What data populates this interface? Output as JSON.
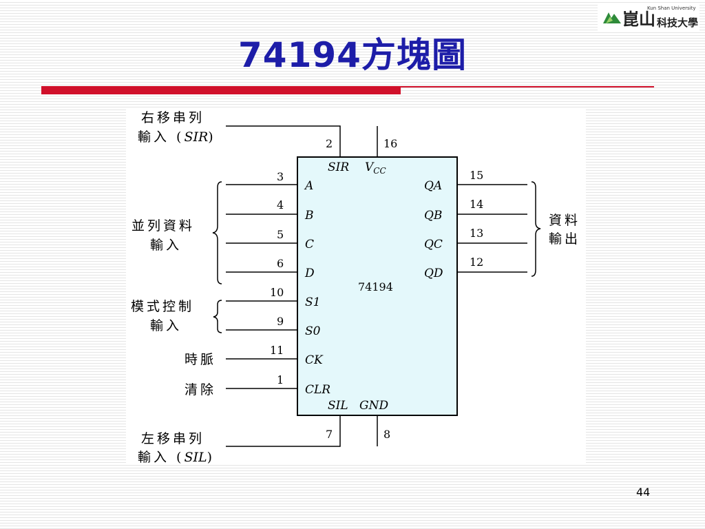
{
  "slide": {
    "title": "74194方塊圖",
    "page_number": "44"
  },
  "logo": {
    "english": "Kun Shan University",
    "chinese_main": "崑山",
    "chinese_sub": "科技大學"
  },
  "diagram": {
    "chip_name": "74194",
    "group_labels": {
      "sir_line1": "右移串列",
      "sir_line2_prefix": "輸入 (",
      "sir_signal": "SIR",
      "sir_line2_suffix": ")",
      "parallel_line1": "並列資料",
      "parallel_line2": "輸入",
      "mode_line1": "模式控制",
      "mode_line2": "輸入",
      "clock": "時脈",
      "clear": "清除",
      "sil_line1": "左移串列",
      "sil_line2_prefix": "輸入 (",
      "sil_signal": "SIL",
      "sil_line2_suffix": ")",
      "output_line1": "資料",
      "output_line2": "輸出"
    },
    "inputs": [
      {
        "signal": "A",
        "pin": "3"
      },
      {
        "signal": "B",
        "pin": "4"
      },
      {
        "signal": "C",
        "pin": "5"
      },
      {
        "signal": "D",
        "pin": "6"
      },
      {
        "signal": "S1",
        "pin": "10"
      },
      {
        "signal": "S0",
        "pin": "9"
      },
      {
        "signal": "CK",
        "pin": "11"
      },
      {
        "signal": "CLR",
        "pin": "1"
      }
    ],
    "outputs": [
      {
        "signal": "QA",
        "pin": "15"
      },
      {
        "signal": "QB",
        "pin": "14"
      },
      {
        "signal": "QC",
        "pin": "13"
      },
      {
        "signal": "QD",
        "pin": "12"
      }
    ],
    "top_pins": [
      {
        "signal": "SIR",
        "pin": "2"
      },
      {
        "signal": "V",
        "subscript": "CC",
        "pin": "16"
      }
    ],
    "bottom_pins": [
      {
        "signal": "SIL",
        "pin": "7"
      },
      {
        "signal": "GND",
        "pin": "8"
      }
    ]
  },
  "colors": {
    "title": "#1d1da8",
    "accent_bar": "#d0102a",
    "chip_fill": "#e4f8fb"
  }
}
